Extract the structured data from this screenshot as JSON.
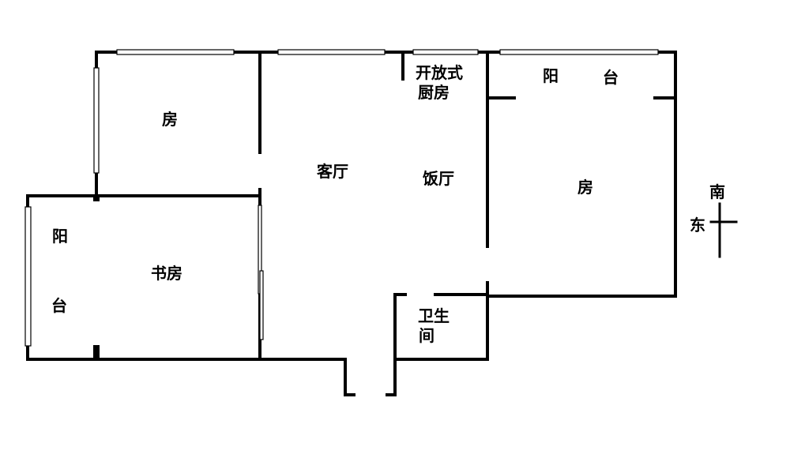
{
  "rooms": {
    "bedroom_top_left": "房",
    "living_room": "客厅",
    "kitchen_line1": "开放式",
    "kitchen_line2": "厨房",
    "balcony_top_1": "阳",
    "balcony_top_2": "台",
    "dining_room": "饭厅",
    "bedroom_right": "房",
    "balcony_left_1": "阳",
    "balcony_left_2": "台",
    "study": "书房",
    "bathroom_line1": "卫生",
    "bathroom_line2": "间"
  },
  "compass": {
    "south": "南",
    "east": "东"
  },
  "colors": {
    "wall": "#000000",
    "background": "#ffffff"
  }
}
